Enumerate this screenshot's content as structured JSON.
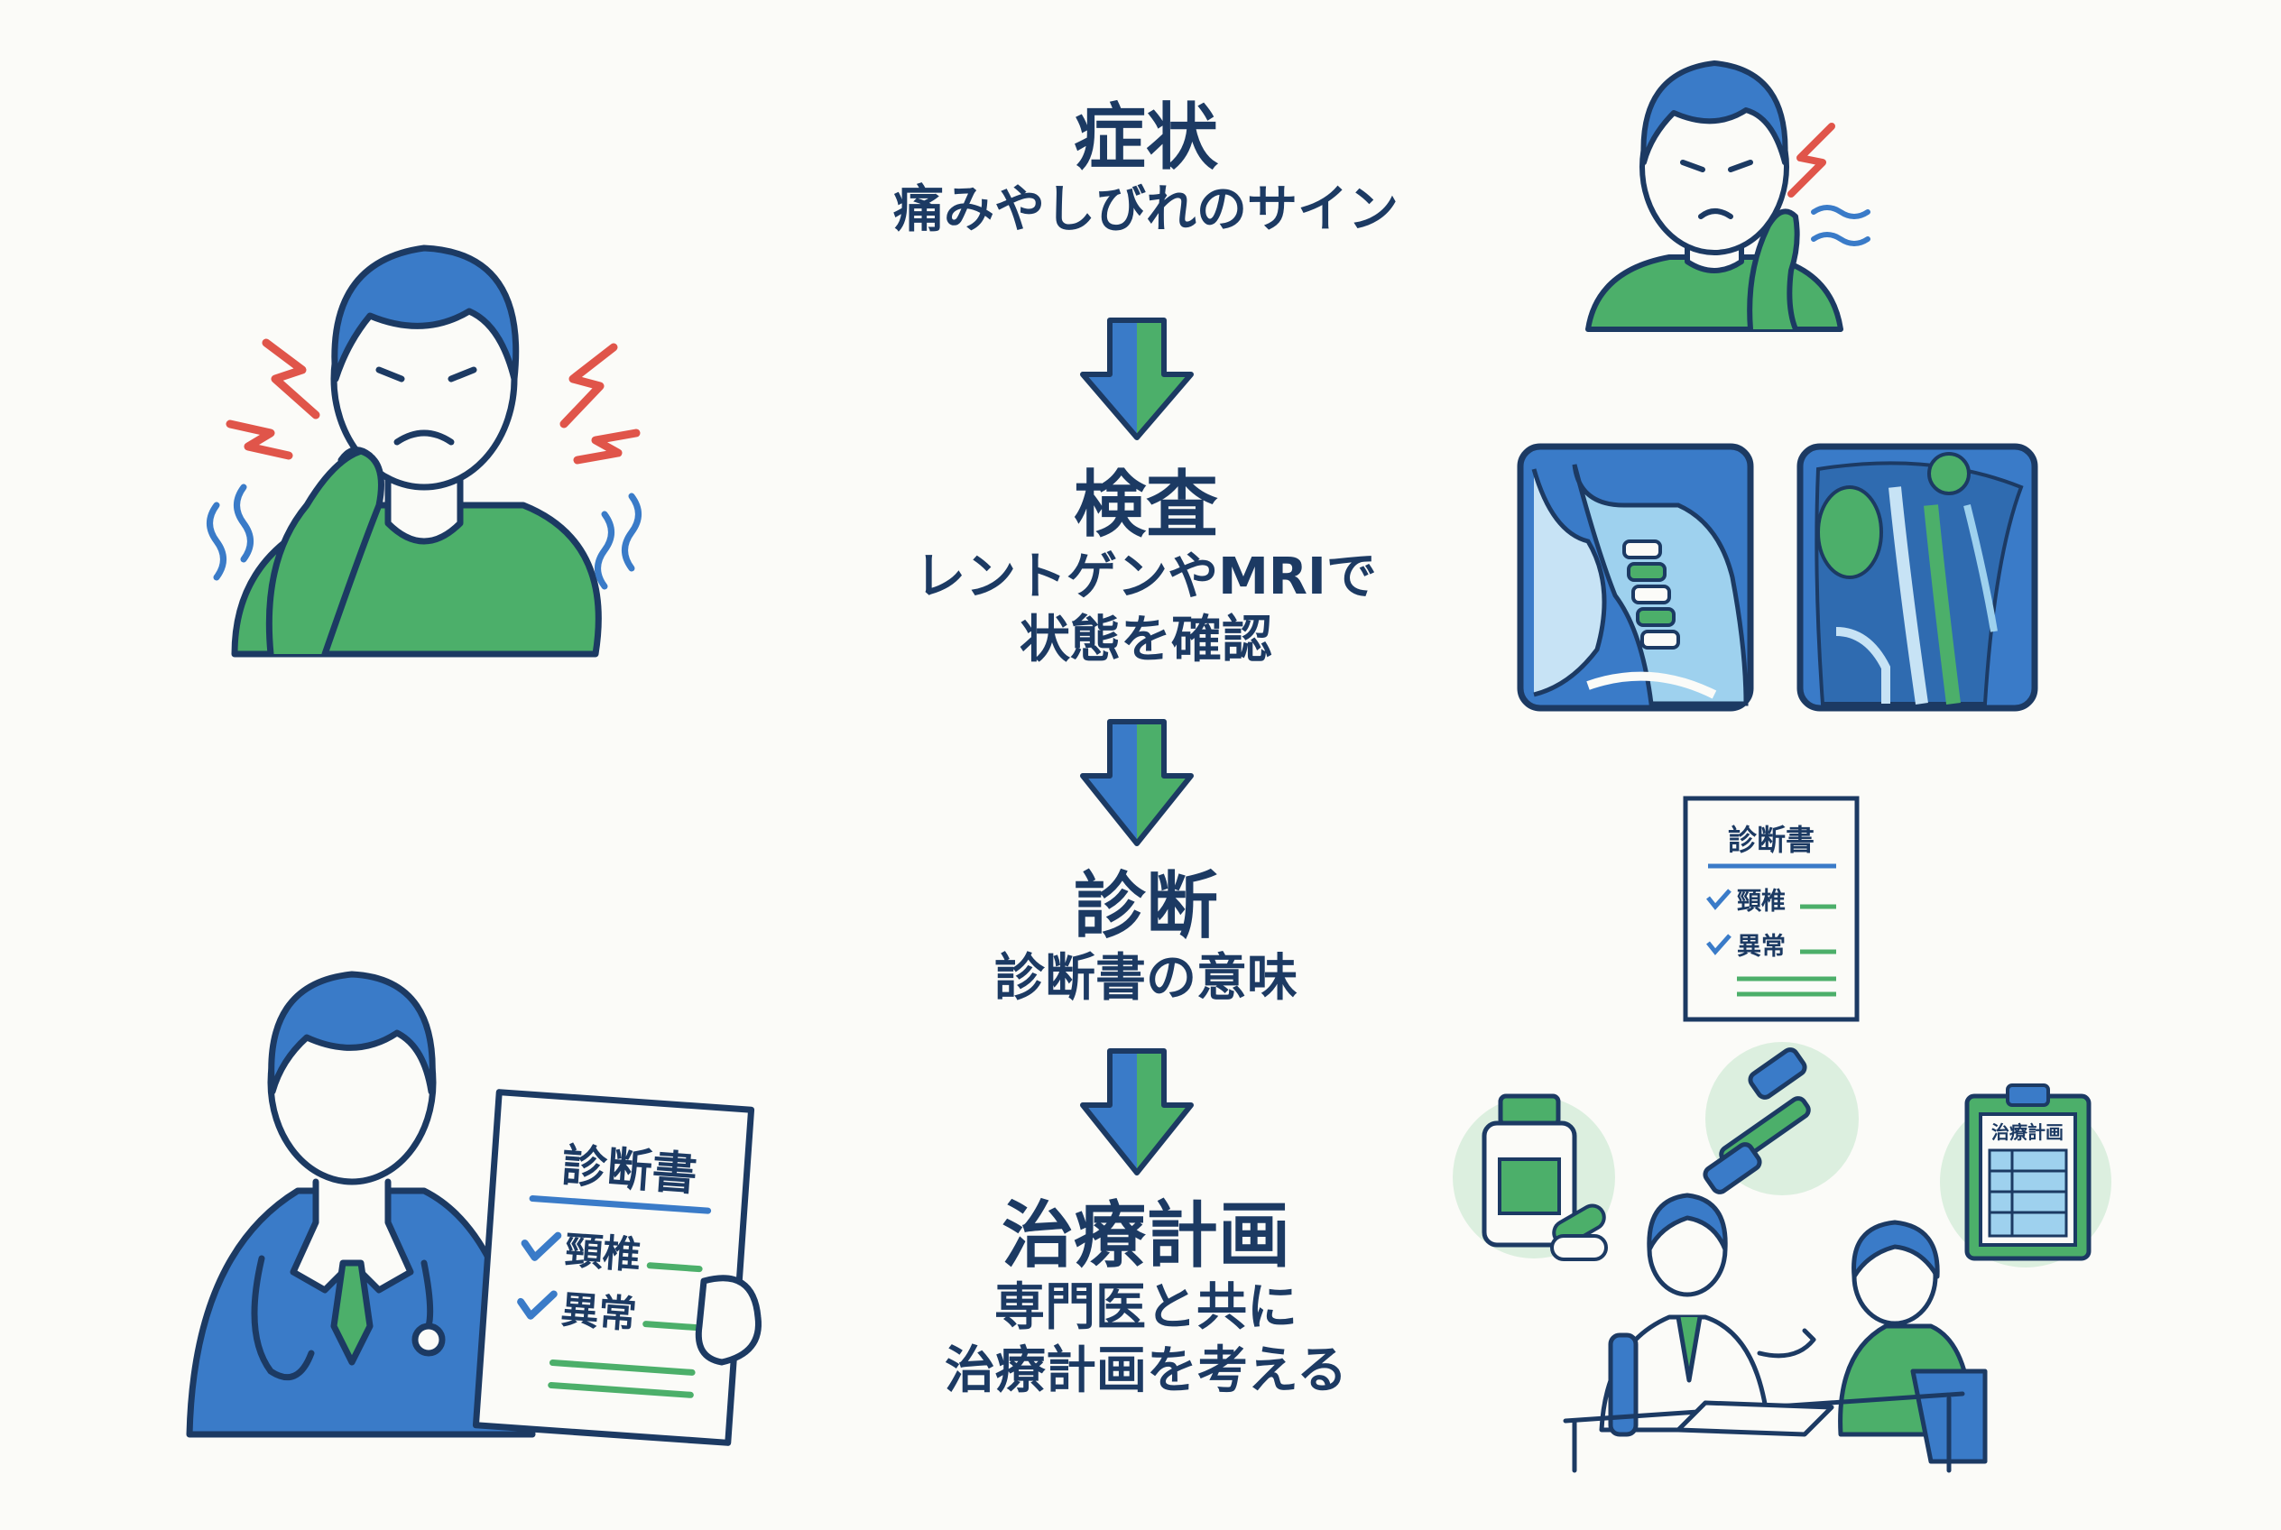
{
  "steps": [
    {
      "title": "症状",
      "subtitle": "痛みやしびれのサイン"
    },
    {
      "title": "検査",
      "subtitle_line1": "レントゲンやMRIで",
      "subtitle_line2": "状態を確認"
    },
    {
      "title": "診断",
      "subtitle": "診断書の意味"
    },
    {
      "title": "治療計画",
      "subtitle_line1": "専門医と共に",
      "subtitle_line2": "治療計画を考える"
    }
  ],
  "document_large": {
    "title": "診断書",
    "item1": "頸椎",
    "item2": "異常"
  },
  "document_small": {
    "title": "診断書",
    "item1": "頸椎",
    "item2": "異常"
  },
  "clipboard": {
    "title": "治療計画"
  },
  "colors": {
    "navy": "#1c3a63",
    "blue": "#3a7bc8",
    "green": "#4caf6a",
    "light_green": "#dcefdf",
    "red": "#e0554a",
    "background": "#fbfbf8"
  },
  "icons": [
    "pain-person-icon",
    "neck-pain-person-icon",
    "xray-icon",
    "mri-icon",
    "doctor-icon",
    "diagnosis-document-icon",
    "medicine-bottle-icon",
    "neck-brace-icon",
    "treatment-clipboard-icon",
    "consultation-icon",
    "down-arrow-icon"
  ]
}
